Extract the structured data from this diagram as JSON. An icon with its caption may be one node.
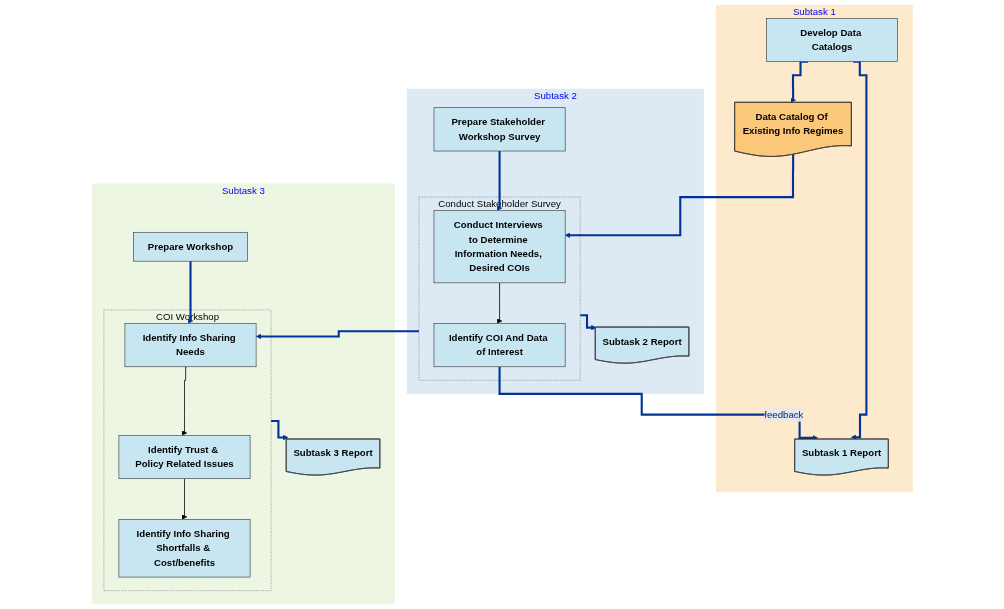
{
  "diagram": {
    "nodes": [
      {
        "text": [
          "Subtask 1"
        ]
      },
      {
        "text": [
          "Develop Data Catalogs"
        ],
        "in": 0
      },
      {
        "text": [
          "Data Catalog Of Existing Info Regimes"
        ],
        "in": 0
      },
      {
        "text": [
          "Subtask 1 Report"
        ],
        "in": 0
      },
      {
        "text": [
          "Subtask 2"
        ]
      },
      {
        "text": [
          "Prepare Stakeholder Workshop Survey"
        ],
        "in": 4
      },
      {
        "text": [
          "Conduct Stakeholder Survey"
        ],
        "in": 4
      },
      {
        "text": [
          "Conduct Interviews to Determine Information Needs, Desired COIs"
        ],
        "in": 6
      },
      {
        "text": [
          "Identify COI And Data of Interest"
        ],
        "in": 6
      },
      {
        "text": [
          "Subtask 2 Report"
        ],
        "in": 4
      },
      {
        "text": [
          "Subtask 3"
        ]
      },
      {
        "text": [
          "Prepare Workshop"
        ],
        "in": 10
      },
      {
        "text": [
          "COI Workshop"
        ],
        "in": 10
      },
      {
        "text": [
          "Identify Info Sharing Needs"
        ],
        "in": 12
      },
      {
        "text": [
          "Identify Trust & Policy Related Issues"
        ],
        "in": 12
      },
      {
        "text": [
          "Identify Info Sharing Shortfalls & Cost/benefits"
        ],
        "in": 12
      },
      {
        "text": [
          "Subtask 3 Report"
        ],
        "in": 10
      }
    ],
    "edges": [
      {
        "from": 1,
        "to": 3,
        "arrow": "to"
      },
      {
        "from": 1,
        "to": 2,
        "arrow": "to"
      },
      {
        "from": 2,
        "to": 7,
        "arrow": "to"
      },
      {
        "from": 5,
        "to": 7,
        "arrow": "to"
      },
      {
        "from": 7,
        "to": 8,
        "arrow": "to",
        "color": "#000000"
      },
      {
        "from": 8,
        "to": 3,
        "arrow": "to",
        "label": "feedback"
      },
      {
        "from": 6,
        "to": 9,
        "arrow": "to"
      },
      {
        "from": 6,
        "to": 13,
        "arrow": "to"
      },
      {
        "from": 11,
        "to": 13,
        "arrow": "to"
      },
      {
        "from": 13,
        "to": 14,
        "arrow": "to",
        "color": "#000000"
      },
      {
        "from": 14,
        "to": 15,
        "arrow": "to",
        "color": "#000000"
      },
      {
        "from": 12,
        "to": 16,
        "arrow": "to"
      }
    ]
  }
}
